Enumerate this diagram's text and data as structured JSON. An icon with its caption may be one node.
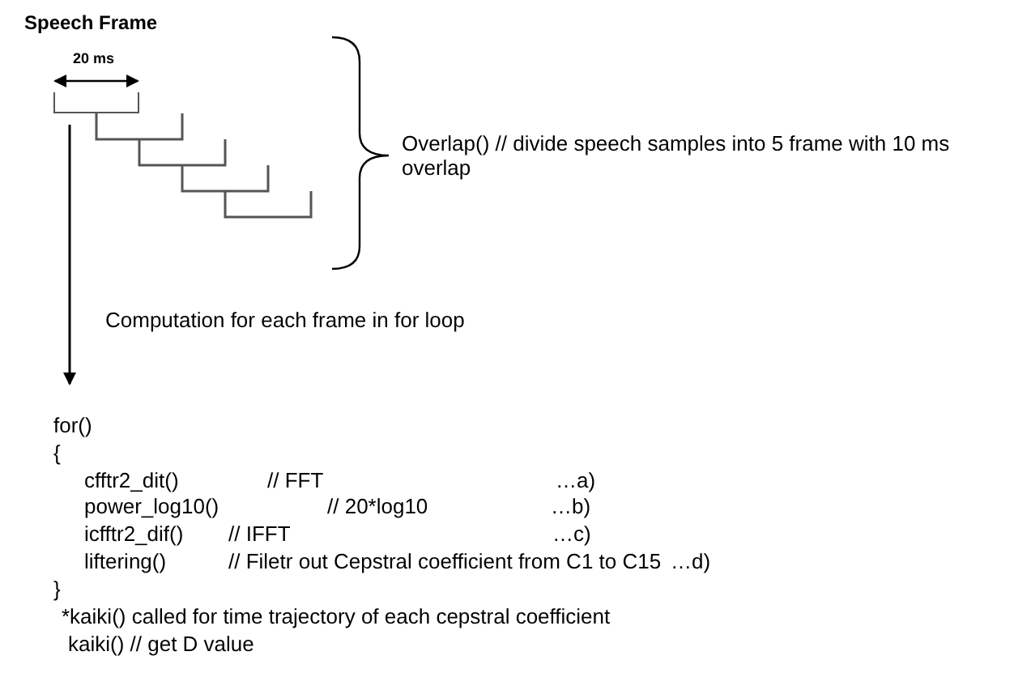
{
  "diagram": {
    "title": "Speech Frame",
    "nodes": [
      {
        "text": [],
        "shape": "bar"
      },
      {
        "text": [
          "for()"
        ]
      }
    ],
    "edges": [
      {
        "from": 0,
        "to": 1,
        "arrow": "to"
      }
    ],
    "labels": [
      "20 ms",
      "Overlap()  // divide speech samples into 5 frame with 10 ms overlap",
      "Computation for each frame in for loop",
      "{",
      "cfftr2_dit()",
      "//  FFT",
      "…a)",
      "power_log10()",
      "//  20*log10",
      "…b)",
      "icfftr2_dif()",
      "//  IFFT",
      "…c)",
      "liftering()",
      "//  Filetr out Cepstral coefficient from C1 to C15",
      "…d)",
      "}",
      "*kaiki() called for time trajectory of each cepstral coefficient",
      "kaiki() // get D value"
    ]
  }
}
